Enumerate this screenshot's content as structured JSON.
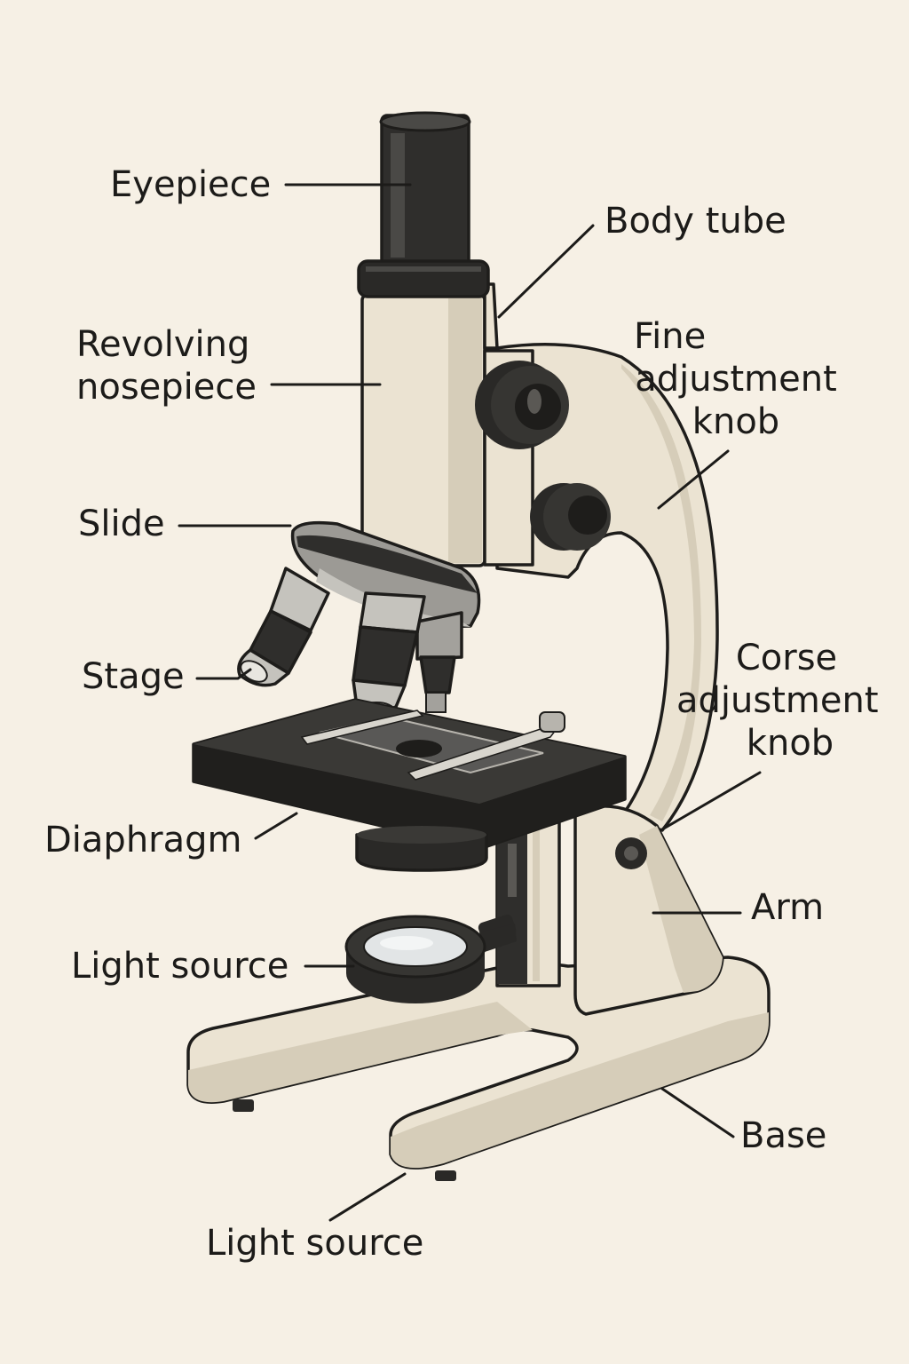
{
  "colors": {
    "background": "#f6f0e5",
    "body_cream": "#ebe3d2",
    "body_shadow": "#d6cdb9",
    "dark_part": "#2a2927",
    "metal": "#a3a19c",
    "ink": "#1e1d1b"
  },
  "labels": {
    "eyepiece": "Eyepiece",
    "body_tube": "Body tube",
    "revolving_nosepiece_1": "Revolving",
    "revolving_nosepiece_2": "nosepiece",
    "fine_adjustment_1": "Fine",
    "fine_adjustment_2": "adjustment",
    "fine_adjustment_3": "knob",
    "slide": "Slide",
    "stage": "Stage",
    "coarse_adjustment_1": "Corse",
    "coarse_adjustment_2": "adjustment",
    "coarse_adjustment_3": "knob",
    "diaphragm": "Diaphragm",
    "arm": "Arm",
    "light_source_left": "Light source",
    "base": "Base",
    "light_source_bottom": "Light source"
  }
}
